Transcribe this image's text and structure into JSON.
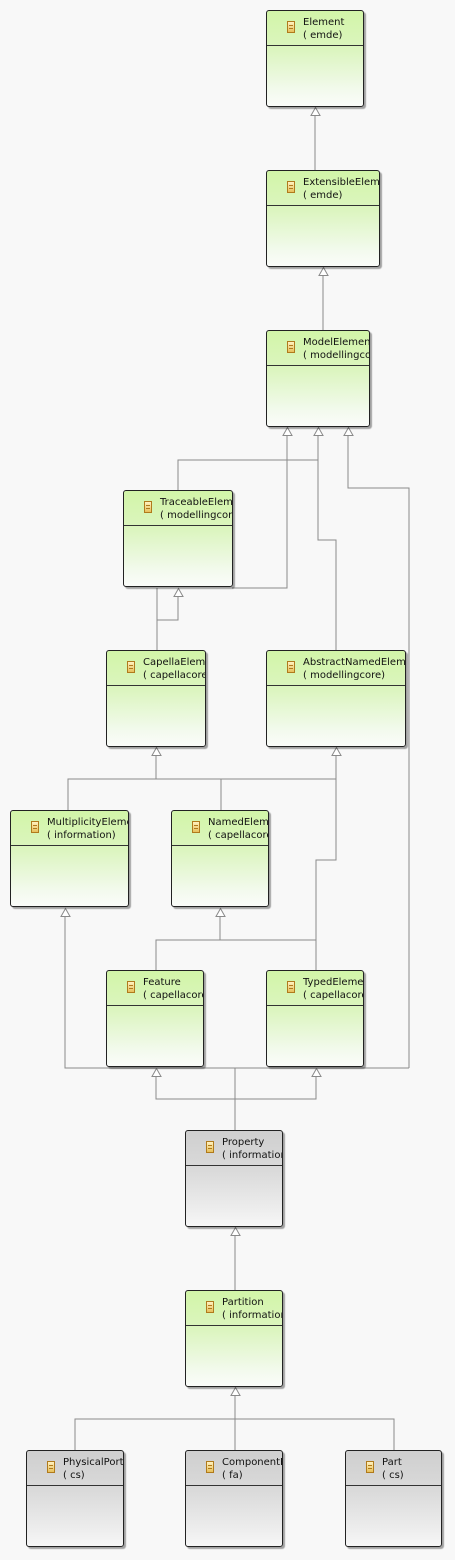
{
  "diagram": {
    "colors": {
      "green_header": "#d2f5a8",
      "gray_header": "#cfcfcf",
      "border": "#222222",
      "connector": "#8a8a8a",
      "background": "#f8f8f8"
    },
    "classes": {
      "element": {
        "name": "Element",
        "package": "( emde)",
        "style": "green"
      },
      "extensible_element": {
        "name": "ExtensibleElement",
        "package": "( emde)",
        "style": "green"
      },
      "model_element": {
        "name": "ModelElement",
        "package": "( modellingcore)",
        "style": "green"
      },
      "traceable_element": {
        "name": "TraceableElement",
        "package": "( modellingcore)",
        "style": "green"
      },
      "capella_element": {
        "name": "CapellaElement",
        "package": "( capellacore)",
        "style": "green"
      },
      "abstract_named_element": {
        "name": "AbstractNamedElement",
        "package": "( modellingcore)",
        "style": "green"
      },
      "multiplicity_element": {
        "name": "MultiplicityElement",
        "package": "( information)",
        "style": "green"
      },
      "named_element": {
        "name": "NamedElement",
        "package": "( capellacore)",
        "style": "green"
      },
      "feature": {
        "name": "Feature",
        "package": "( capellacore)",
        "style": "green"
      },
      "typed_element": {
        "name": "TypedElement",
        "package": "( capellacore)",
        "style": "green"
      },
      "property": {
        "name": "Property",
        "package": "( information)",
        "style": "gray"
      },
      "partition": {
        "name": "Partition",
        "package": "( information)",
        "style": "green"
      },
      "physical_port": {
        "name": "PhysicalPort",
        "package": "( cs)",
        "style": "gray"
      },
      "component_port": {
        "name": "ComponentPort",
        "package": "( fa)",
        "style": "gray"
      },
      "part": {
        "name": "Part",
        "package": "( cs)",
        "style": "gray"
      }
    },
    "generalizations": [
      {
        "from": "ExtensibleElement",
        "to": "Element"
      },
      {
        "from": "ModelElement",
        "to": "ExtensibleElement"
      },
      {
        "from": "TraceableElement",
        "to": "ModelElement"
      },
      {
        "from": "AbstractNamedElement",
        "to": "ModelElement"
      },
      {
        "from": "CapellaElement",
        "to": "ModelElement"
      },
      {
        "from": "Property",
        "to": "ModelElement"
      },
      {
        "from": "CapellaElement",
        "to": "TraceableElement"
      },
      {
        "from": "MultiplicityElement",
        "to": "CapellaElement"
      },
      {
        "from": "NamedElement",
        "to": "CapellaElement"
      },
      {
        "from": "NamedElement",
        "to": "AbstractNamedElement"
      },
      {
        "from": "TypedElement",
        "to": "AbstractNamedElement"
      },
      {
        "from": "Feature",
        "to": "NamedElement"
      },
      {
        "from": "TypedElement",
        "to": "NamedElement"
      },
      {
        "from": "Property",
        "to": "MultiplicityElement"
      },
      {
        "from": "Property",
        "to": "Feature"
      },
      {
        "from": "Property",
        "to": "TypedElement"
      },
      {
        "from": "Partition",
        "to": "Property"
      },
      {
        "from": "PhysicalPort",
        "to": "Partition"
      },
      {
        "from": "ComponentPort",
        "to": "Partition"
      },
      {
        "from": "Part",
        "to": "Partition"
      }
    ]
  }
}
